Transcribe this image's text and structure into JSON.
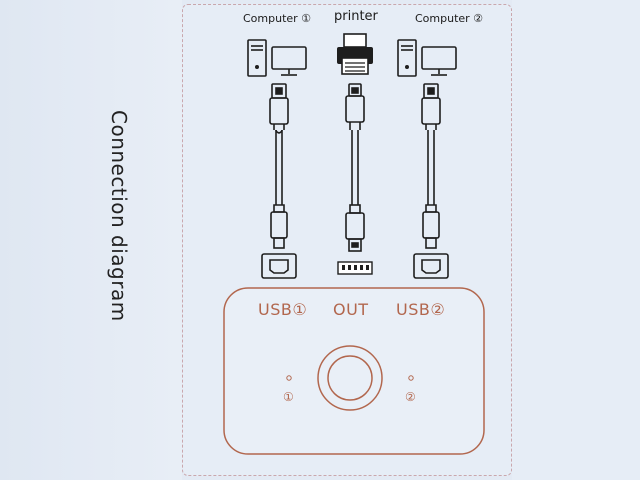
{
  "title": "Connection diagram",
  "top_labels": {
    "computer1": "Computer ①",
    "printer": "printer",
    "computer2": "Computer ②"
  },
  "device": {
    "port_usb1": "USB①",
    "port_out": "OUT",
    "port_usb2": "USB②",
    "led1_label": "①",
    "led2_label": "②"
  },
  "icons": {
    "computer1": "desktop-computer-icon",
    "printer": "printer-icon",
    "computer2": "desktop-computer-icon",
    "cable_left": "usb-a-to-b-cable-icon",
    "cable_middle": "usb-a-to-a-cable-icon",
    "cable_right": "usb-a-to-b-cable-icon",
    "button": "switch-button-icon"
  },
  "colors": {
    "accent": "#b2674e",
    "dash": "#c9a7ad",
    "line": "#1e1e1e"
  }
}
